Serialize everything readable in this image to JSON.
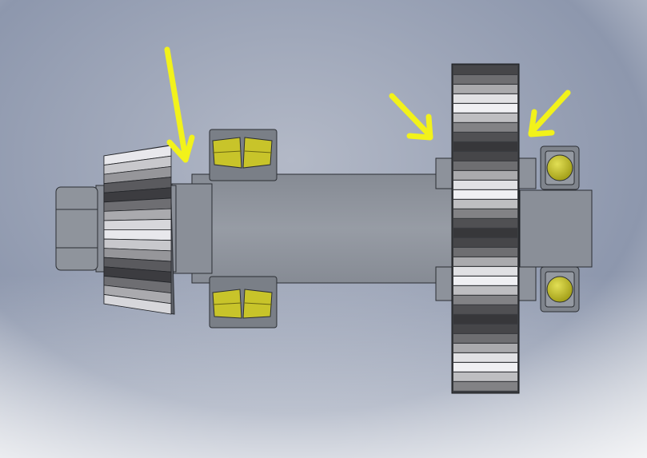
{
  "scene": {
    "background": {
      "top": "#8d97ad",
      "center": "#b3b9c7",
      "bottom": "#e4e6ea"
    },
    "shaft_color": "#8e939c",
    "outline_color": "#2b2e33",
    "bearing_housing_color": "#7a7f87",
    "roller_color": "#c8c42a",
    "arrow_color": "#f2f21b",
    "components": [
      {
        "name": "bevel-pinion-gear",
        "icon": "bevel-gear-icon"
      },
      {
        "name": "tapered-roller-bearing-top",
        "icon": "roller-bearing-icon"
      },
      {
        "name": "tapered-roller-bearing-bottom",
        "icon": "roller-bearing-icon"
      },
      {
        "name": "spur-gear",
        "icon": "spur-gear-icon"
      },
      {
        "name": "ball-bearing-top",
        "icon": "ball-bearing-icon"
      },
      {
        "name": "ball-bearing-bottom",
        "icon": "ball-bearing-icon"
      }
    ],
    "arrows": [
      {
        "name": "arrow-left-gap",
        "icon": "arrow-icon"
      },
      {
        "name": "arrow-gear-left",
        "icon": "arrow-icon"
      },
      {
        "name": "arrow-gear-right",
        "icon": "arrow-icon"
      }
    ]
  }
}
